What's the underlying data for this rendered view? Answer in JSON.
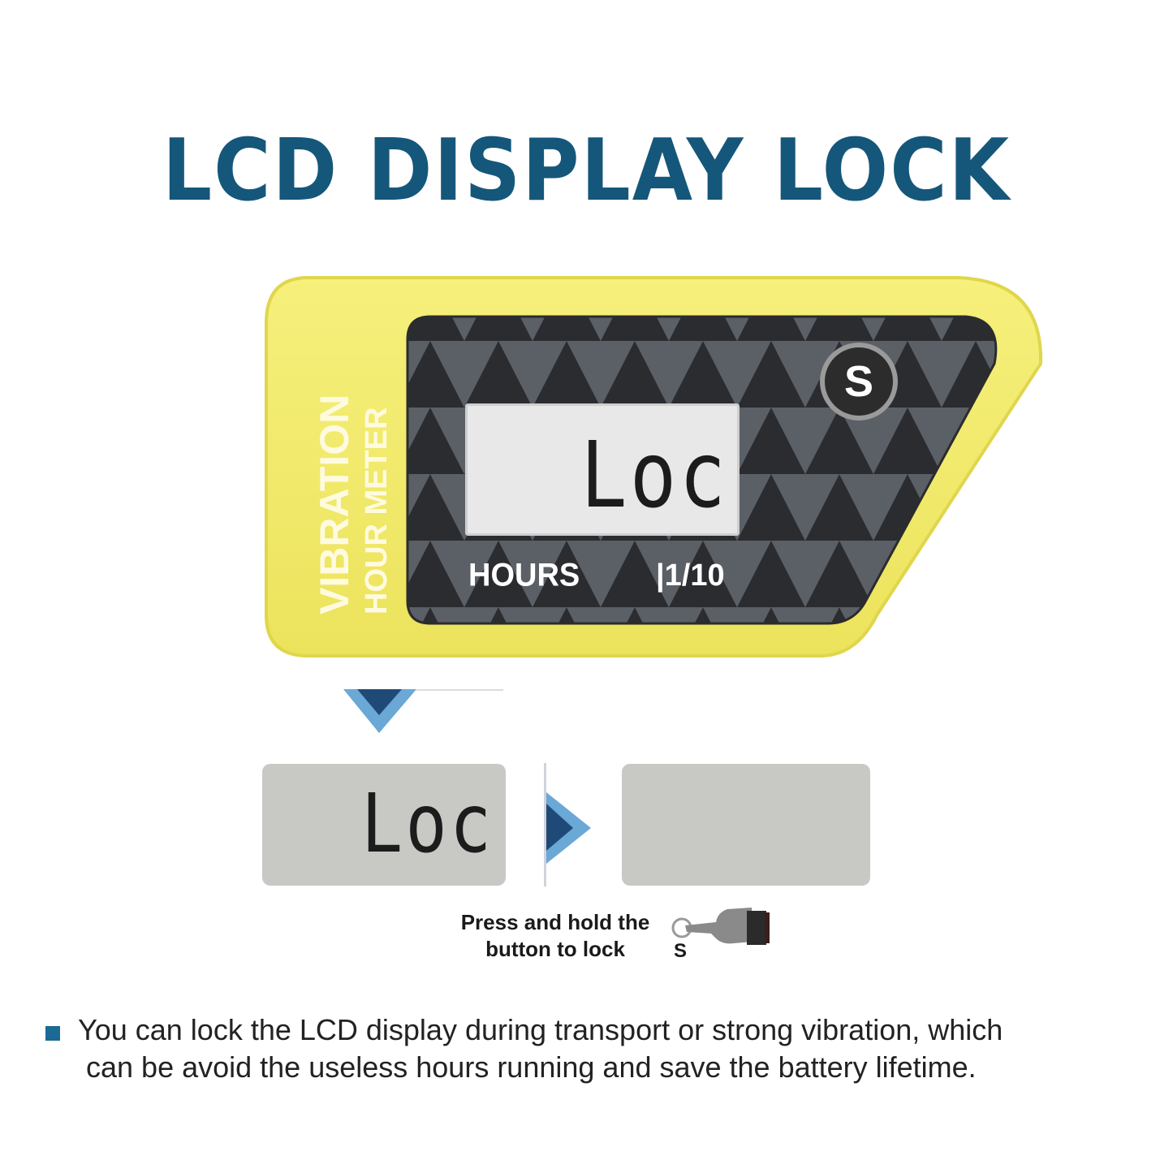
{
  "title": "LCD DISPLAY LOCK",
  "meter": {
    "side_line1": "VIBRATION",
    "side_line2": "HOUR METER",
    "lcd_text": "Loc",
    "hours_label": "HOURS",
    "scale_label": "|1/10",
    "button_label": "S"
  },
  "sequence": {
    "left_lcd_text": "Loc",
    "right_lcd_text": "",
    "instruction_line1": "Press and hold the",
    "instruction_line2": "button to lock",
    "button_label": "S"
  },
  "description": {
    "line1": "You can lock the LCD display during transport or strong vibration, which",
    "line2": "can be avoid the useless hours running and save the battery lifetime."
  },
  "colors": {
    "title": "#15577a",
    "housing": "#f1ec6c",
    "face": "#3a3d42",
    "arrow": "#6aa8d6"
  }
}
